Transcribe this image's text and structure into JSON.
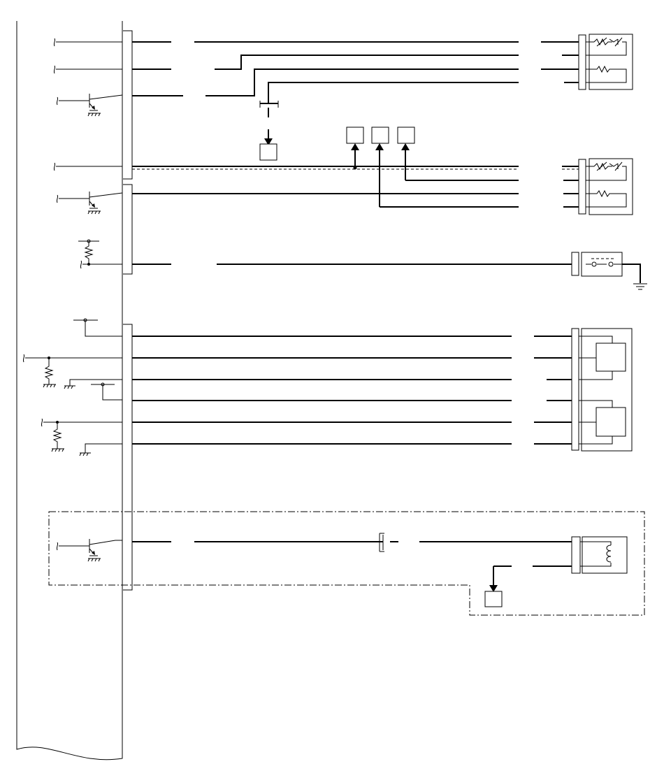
{
  "diagram": {
    "type": "wiring-schematic",
    "labels_visible": false,
    "colors": {
      "line": "#000000",
      "background": "#ffffff"
    },
    "sections": [
      {
        "name": "sensor-group-upper",
        "wires": 4,
        "components": [
          "variable-resistor-sensor",
          "resistor-sensor"
        ]
      },
      {
        "name": "sensor-group-middle",
        "wires": 4,
        "shielded": true,
        "components": [
          "variable-resistor-sensor",
          "resistor-sensor"
        ]
      },
      {
        "name": "switch-circuit",
        "wires": 1,
        "components": [
          "switch",
          "ground"
        ]
      },
      {
        "name": "dual-module-circuit",
        "wires": 6,
        "components": [
          "module-a",
          "module-b"
        ]
      },
      {
        "name": "coil-circuit",
        "wires": 2,
        "components": [
          "coil"
        ]
      }
    ]
  }
}
